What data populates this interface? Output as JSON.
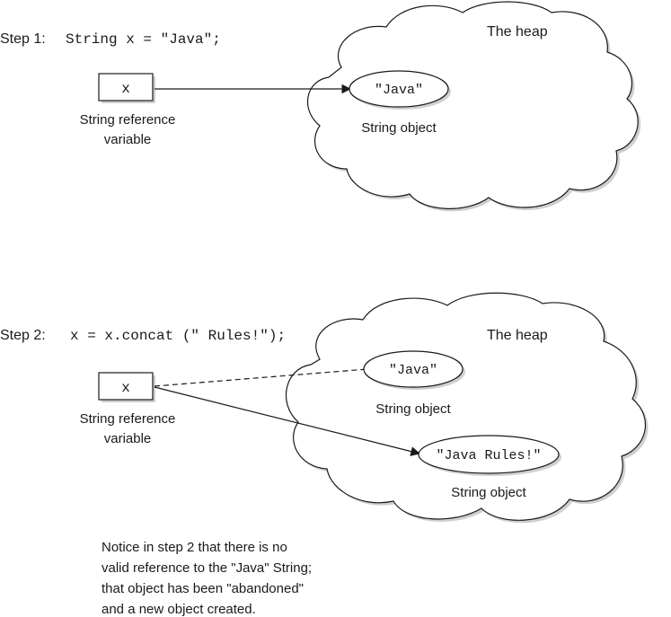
{
  "step1": {
    "label": "Step 1:",
    "code": "String x = \"Java\";",
    "heap_label": "The heap",
    "var_box": "x",
    "var_caption_line1": "String reference",
    "var_caption_line2": "variable",
    "object_value": "\"Java\"",
    "object_caption": "String object"
  },
  "step2": {
    "label": "Step 2:",
    "code": "x = x.concat (\" Rules!\");",
    "heap_label": "The heap",
    "var_box": "x",
    "var_caption_line1": "String reference",
    "var_caption_line2": "variable",
    "old_object_value": "\"Java\"",
    "old_object_caption": "String object",
    "new_object_value": "\"Java Rules!\"",
    "new_object_caption": "String object"
  },
  "note": {
    "line1": "Notice in step 2 that there is no",
    "line2": "valid reference to the \"Java\" String;",
    "line3": "that object has been \"abandoned\"",
    "line4": "and a new object created."
  },
  "colors": {
    "stroke": "#1a1a1a",
    "shadow": "#cfcfcf",
    "background": "#ffffff"
  }
}
